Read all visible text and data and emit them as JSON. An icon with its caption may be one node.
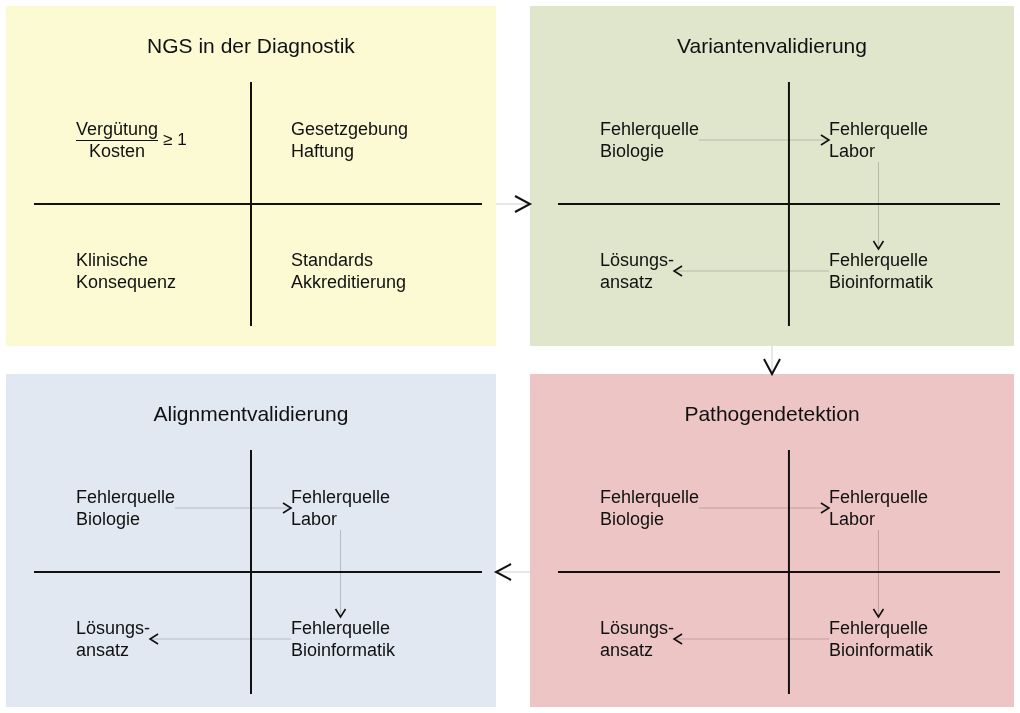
{
  "diagram": {
    "nodes": [
      {
        "text": [
          "NGS in der Diagnostik"
        ]
      },
      {
        "text": [
          "Vergütung",
          "Kosten",
          "≥ 1"
        ],
        "in": 0
      },
      {
        "text": [
          "Gesetzgebung Haftung"
        ],
        "in": 0
      },
      {
        "text": [
          "Klinische Konsequenz"
        ],
        "in": 0
      },
      {
        "text": [
          "Standards Akkreditierung"
        ],
        "in": 0
      },
      {
        "text": [
          "Variantenvalidierung"
        ]
      },
      {
        "text": [
          "Fehlerquelle Biologie"
        ],
        "in": 5
      },
      {
        "text": [
          "Fehlerquelle Labor"
        ],
        "in": 5
      },
      {
        "text": [
          "Lösungs- ansatz"
        ],
        "in": 5
      },
      {
        "text": [
          "Fehlerquelle Bioinformatik"
        ],
        "in": 5
      },
      {
        "text": [
          "Alignmentvalidierung"
        ]
      },
      {
        "text": [
          "Fehlerquelle Biologie"
        ],
        "in": 10
      },
      {
        "text": [
          "Fehlerquelle Labor"
        ],
        "in": 10
      },
      {
        "text": [
          "Lösungs- ansatz"
        ],
        "in": 10
      },
      {
        "text": [
          "Fehlerquelle Bioinformatik"
        ],
        "in": 10
      },
      {
        "text": [
          "Pathogendetektion"
        ]
      },
      {
        "text": [
          "Fehlerquelle Biologie"
        ],
        "in": 15
      },
      {
        "text": [
          "Fehlerquelle Labor"
        ],
        "in": 15
      },
      {
        "text": [
          "Lösungs- ansatz"
        ],
        "in": 15
      },
      {
        "text": [
          "Fehlerquelle Bioinformatik"
        ],
        "in": 15
      }
    ],
    "edges": [
      {
        "from": 0,
        "to": 5,
        "arrow": "to"
      },
      {
        "from": 6,
        "to": 7,
        "arrow": "to"
      },
      {
        "from": 7,
        "to": 9,
        "arrow": "to"
      },
      {
        "from": 9,
        "to": 8,
        "arrow": "to"
      },
      {
        "from": 5,
        "to": 15,
        "arrow": "to"
      },
      {
        "from": 16,
        "to": 17,
        "arrow": "to"
      },
      {
        "from": 17,
        "to": 19,
        "arrow": "to"
      },
      {
        "from": 19,
        "to": 18,
        "arrow": "to"
      },
      {
        "from": 15,
        "to": 10,
        "arrow": "to"
      },
      {
        "from": 11,
        "to": 12,
        "arrow": "to"
      },
      {
        "from": 12,
        "to": 14,
        "arrow": "to"
      },
      {
        "from": 14,
        "to": 13,
        "arrow": "to"
      }
    ]
  }
}
